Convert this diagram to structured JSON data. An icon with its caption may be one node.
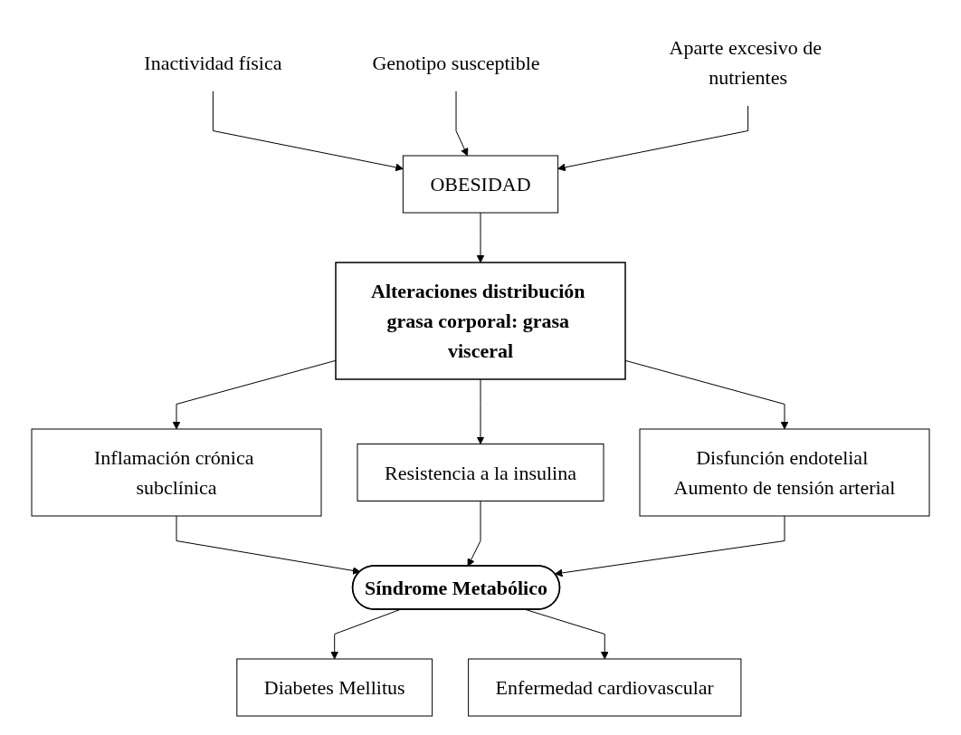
{
  "diagram": {
    "nodes": [
      {
        "text": [
          "Inactividad física"
        ]
      },
      {
        "text": [
          "Genotipo susceptible"
        ]
      },
      {
        "text": [
          "OBESIDAD"
        ]
      },
      {
        "text": [
          "Aparte excesivo de nutrientes"
        ]
      },
      {
        "text": [
          "Alteraciones distribución grasa corporal: grasa visceral"
        ]
      },
      {
        "text": [
          "Inflamación crónica subclínica"
        ]
      },
      {
        "text": [
          "Resistencia a la insulina"
        ]
      },
      {
        "text": [
          "Disfunción endotelial Aumento de tensión arterial"
        ]
      },
      {
        "text": [
          "Síndrome Metabólico"
        ]
      },
      {
        "text": [
          "Diabetes Mellitus"
        ]
      },
      {
        "text": [
          "Enfermedad cardiovascular"
        ]
      }
    ],
    "edges": [
      {
        "from": 0,
        "to": 2,
        "arrow": "to"
      },
      {
        "from": 1,
        "to": 2,
        "arrow": "to"
      },
      {
        "from": 3,
        "to": 2,
        "arrow": "to"
      },
      {
        "from": 2,
        "to": 4,
        "arrow": "to"
      },
      {
        "from": 4,
        "to": 5,
        "arrow": "to"
      },
      {
        "from": 4,
        "to": 6,
        "arrow": "to"
      },
      {
        "from": 4,
        "to": 7,
        "arrow": "to"
      },
      {
        "from": 5,
        "to": 8,
        "arrow": "to"
      },
      {
        "from": 6,
        "to": 8,
        "arrow": "to"
      },
      {
        "from": 7,
        "to": 8,
        "arrow": "to"
      },
      {
        "from": 8,
        "to": 9,
        "arrow": "to"
      },
      {
        "from": 8,
        "to": 10,
        "arrow": "to"
      }
    ]
  }
}
